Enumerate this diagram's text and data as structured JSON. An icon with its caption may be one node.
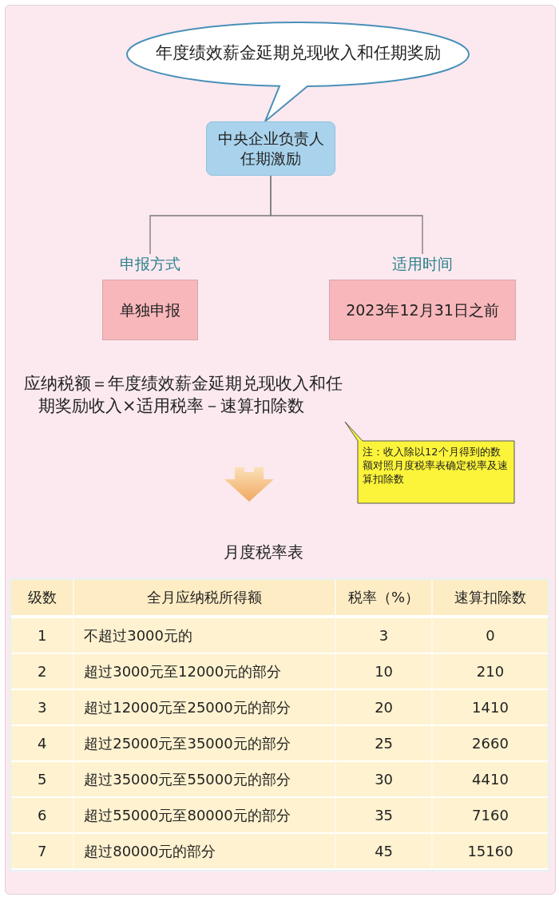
{
  "diagram": {
    "nodes": [
      {
        "text": [
          "年度绩效薪金延期兑现收入和任期奖励"
        ]
      },
      {
        "text": [
          "中央企业负责人任期激励"
        ]
      },
      {
        "text": [
          "申报方式",
          "单独申报"
        ]
      },
      {
        "text": [
          "适用时间",
          "2023年12月31日之前"
        ]
      },
      {
        "text": [
          "注：收入除以12个月得到的数额对照月度税率表确定税率及速算扣除数"
        ]
      }
    ],
    "edges": [
      {
        "from": 1,
        "to": 2,
        "arrow": "none"
      },
      {
        "from": 1,
        "to": 3,
        "arrow": "none"
      }
    ],
    "labels": [
      "应纳税额＝年度绩效薪金延期兑现收入和任期奖励收入×适用税率－速算扣除数",
      "月度税率表",
      "级数",
      "全月应纳税所得额",
      "税率（%）",
      "速算扣除数",
      "1",
      "不超过3000元的",
      "3",
      "0",
      "2",
      "超过3000元至12000元的部分",
      "10",
      "210",
      "3",
      "超过12000元至25000元的部分",
      "20",
      "1410",
      "4",
      "超过25000元至35000元的部分",
      "25",
      "2660",
      "5",
      "超过35000元至55000元的部分",
      "30",
      "4410",
      "6",
      "超过55000元至80000元的部分",
      "35",
      "7160",
      "7",
      "超过80000元的部分",
      "45",
      "15160"
    ]
  }
}
